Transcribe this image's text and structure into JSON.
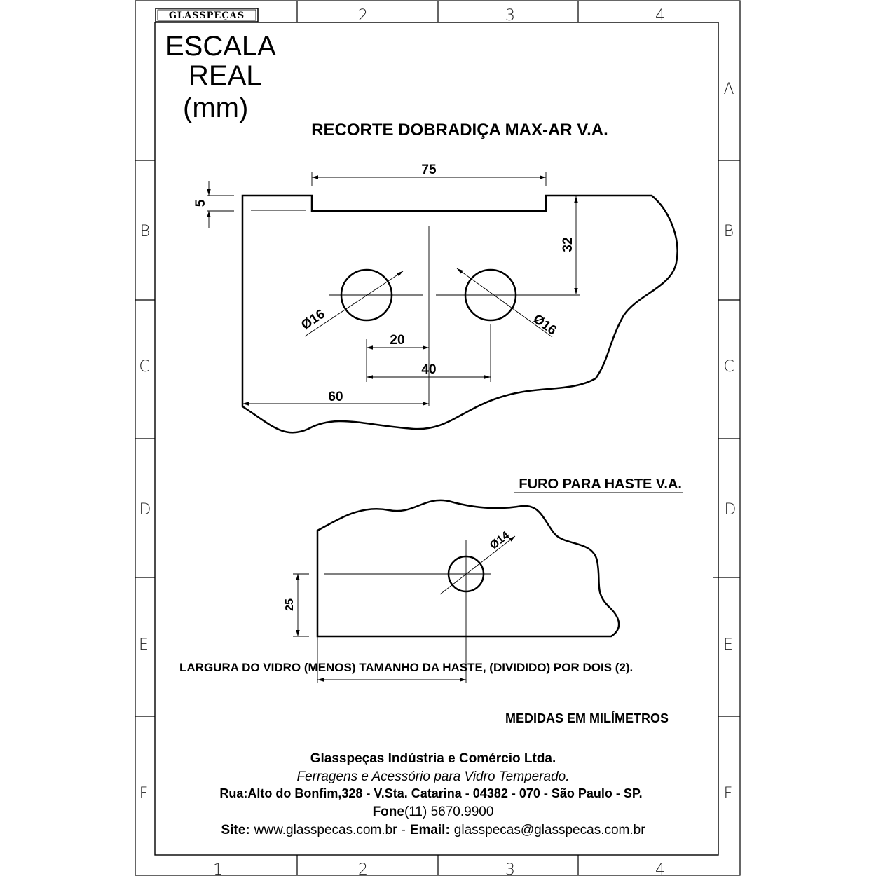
{
  "logo": "GLASSPEÇAS",
  "scale": {
    "line1": "ESCALA",
    "line2": "REAL",
    "line3": "(mm)"
  },
  "zones": {
    "columns": [
      "1",
      "2",
      "3",
      "4"
    ],
    "rows": [
      "A",
      "B",
      "C",
      "D",
      "E",
      "F"
    ]
  },
  "hinge": {
    "title": "RECORTE DOBRADIÇA MAX-AR V.A.",
    "dims": {
      "top_width": "75",
      "notch_depth": "5",
      "height": "32",
      "hole_left_diameter": "Ø16",
      "hole_right_diameter": "Ø16",
      "half_spacing": "20",
      "spacing": "40",
      "offset": "60"
    }
  },
  "rod": {
    "title": "FURO PARA HASTE V.A.",
    "dims": {
      "diameter": "Ø14",
      "height": "25"
    },
    "note": "LARGURA DO VIDRO (MENOS) TAMANHO DA HASTE, (DIVIDIDO) POR DOIS (2)."
  },
  "units_note": "MEDIDAS EM MILÍMETROS",
  "footer": {
    "company": "Glasspeças Indústria e Comércio Ltda.",
    "tagline": "Ferragens e Acessório para Vidro Temperado.",
    "address": "Rua:Alto do Bonfim,328 - V.Sta. Catarina - 04382 - 070 - São Paulo - SP.",
    "phone_label": "Fone",
    "phone": "(11) 5670.9900",
    "site_label": "Site:",
    "site": "www.glasspecas.com.br",
    "separator": "-",
    "email_label": "Email:",
    "email": "glasspecas@glasspecas.com.br"
  }
}
